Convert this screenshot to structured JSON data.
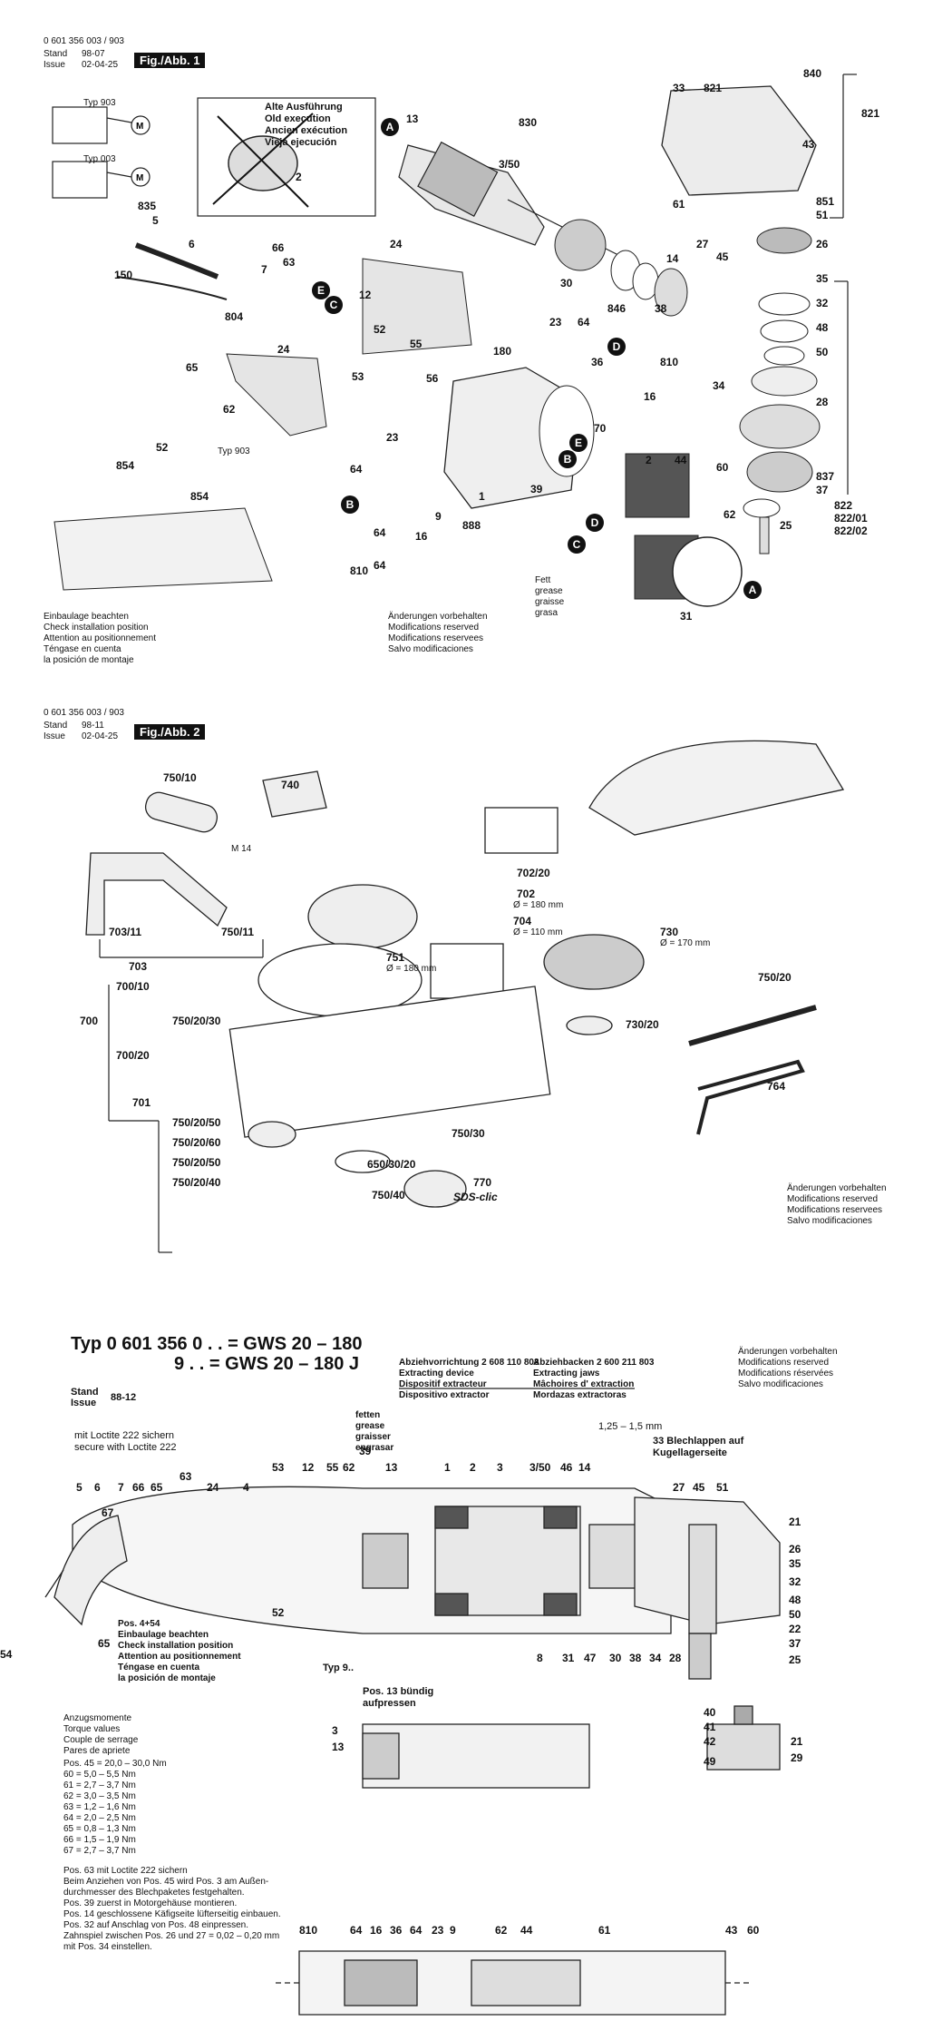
{
  "sheet1": {
    "doc_number": "0 601 356 003 / 903",
    "stand_label": "Stand",
    "stand_value": "98-07",
    "issue_label": "Issue",
    "issue_value": "02-04-25",
    "fig_tag": "Fig./Abb. 1",
    "typ_903_a": "Typ 903",
    "typ_003": "Typ 003",
    "old_exec": [
      "Alte Ausführung",
      "Old execution",
      "Ancien exécution",
      "Vieja ejecución"
    ],
    "install_note": [
      "Einbaulage beachten",
      "Check installation position",
      "Attention au positionnement",
      "Téngase en cuenta",
      "la posición de montaje"
    ],
    "changes_note": [
      "Änderungen vorbehalten",
      "Modifications reserved",
      "Modifications reservees",
      "Salvo modificaciones"
    ],
    "grease_note": [
      "Fett",
      "grease",
      "graisse",
      "grasa"
    ],
    "typ_903_b": "Typ 903",
    "parts": [
      "830",
      "13",
      "3/50",
      "14",
      "30",
      "846",
      "38",
      "835",
      "5",
      "6",
      "150",
      "66",
      "7",
      "63",
      "804",
      "12",
      "24",
      "55",
      "52",
      "53",
      "65",
      "24",
      "62",
      "52",
      "854",
      "854",
      "23",
      "64",
      "180",
      "56",
      "1",
      "70",
      "2",
      "64",
      "39",
      "888",
      "9",
      "64",
      "16",
      "23",
      "810",
      "64",
      "36",
      "16",
      "810",
      "44",
      "62",
      "31",
      "33",
      "821",
      "840",
      "821",
      "43",
      "61",
      "851",
      "51",
      "27",
      "45",
      "26",
      "35",
      "32",
      "48",
      "50",
      "34",
      "28",
      "60",
      "837",
      "37",
      "822",
      "822/01",
      "822/02",
      "25",
      "2"
    ]
  },
  "sheet2": {
    "doc_number": "0 601 356 003 / 903",
    "stand_label": "Stand",
    "stand_value": "98-11",
    "issue_label": "Issue",
    "issue_value": "02-04-25",
    "fig_tag": "Fig./Abb. 2",
    "m14": "M 14",
    "d180_a": "Ø = 180 mm",
    "d110": "Ø = 110 mm",
    "d170": "Ø = 170 mm",
    "d180_b": "Ø = 180 mm",
    "sds_clic": "SDS-clic",
    "changes_note": [
      "Änderungen vorbehalten",
      "Modifications reserved",
      "Modifications reservees",
      "Salvo modificaciones"
    ],
    "parts": [
      "750/10",
      "740",
      "702/20",
      "702",
      "703/11",
      "750/11",
      "703",
      "704",
      "730",
      "750/20",
      "751",
      "700/10",
      "700",
      "700/20",
      "750/20/30",
      "730/20",
      "764",
      "701",
      "750/20/50",
      "750/20/60",
      "750/20/50",
      "750/20/40",
      "650/30/20",
      "750/30",
      "750/40",
      "770"
    ]
  },
  "sheet3": {
    "typ_line1": "Typ 0 601 356 0 . .  = GWS 20 – 180",
    "typ_line2": "9 . .  = GWS 20 – 180 J",
    "stand_label": "Stand",
    "issue_label": "Issue",
    "stand_value": "88-12",
    "extract_device": [
      "Abziehvorrichtung 2 608 110 803",
      "Extracting device",
      "Dispositif extracteur",
      "Dispositivo extractor"
    ],
    "extract_jaws": [
      "Abziehbacken 2 600 211 803",
      "Extracting jaws",
      "Mâchoires d' extraction",
      "Mordazas extractoras"
    ],
    "changes_note": [
      "Änderungen vorbehalten",
      "Modifications reserved",
      "Modifications réservées",
      "Salvo modificaciones"
    ],
    "grease": [
      "fetten",
      "grease",
      "graisser",
      "engrasar"
    ],
    "loctite": [
      "mit Loctite 222 sichern",
      "secure with Loctite 222"
    ],
    "range": "1,25 – 1,5 mm",
    "bleche": [
      "33 Blechlappen auf",
      "Kugellagerseite"
    ],
    "pos454": [
      "Pos. 4+54",
      "Einbaulage beachten",
      "Check installation position",
      "Attention au positionnement",
      "Téngase en cuenta",
      "la posición de montaje"
    ],
    "typ9": "Typ 9..",
    "pos13": [
      "Pos. 13 bündig",
      "aufpressen"
    ],
    "torque_title": [
      "Anzugsmomente",
      "Torque values",
      "Couple de serrage",
      "Pares de apriete"
    ],
    "torque": [
      "Pos. 45 = 20,0 – 30,0 Nm",
      "60 = 5,0 – 5,5 Nm",
      "61 = 2,7 – 3,7 Nm",
      "62 = 3,0 – 3,5 Nm",
      "63 = 1,2 – 1,6 Nm",
      "64 = 2,0 – 2,5 Nm",
      "65 = 0,8 – 1,3 Nm",
      "66 = 1,5 – 1,9 Nm",
      "67 = 2,7 – 3,7 Nm"
    ],
    "notes": [
      "Pos. 63 mit Loctite 222 sichern",
      "Beim Anziehen von Pos. 45 wird Pos. 3 am Außen-",
      "durchmesser des Blechpaketes festgehalten.",
      "Pos. 39 zuerst in Motorgehäuse montieren.",
      "Pos. 14 geschlossene Käfigseite lüfterseitig einbauen.",
      "Pos. 32 auf Anschlag von Pos. 48 einpressen.",
      "Zahnspiel zwischen Pos. 26 und 27 = 0,02 – 0,20 mm",
      "mit Pos. 34 einstellen."
    ],
    "top_callouts": [
      "53",
      "12",
      "55",
      "62",
      "39",
      "13",
      "1",
      "2",
      "3",
      "3/50",
      "46",
      "14",
      "27",
      "45",
      "51"
    ],
    "left_callouts": [
      "5",
      "6",
      "7",
      "66",
      "65",
      "67",
      "63",
      "24",
      "4"
    ],
    "right_callouts": [
      "21",
      "26",
      "35",
      "32",
      "48",
      "50",
      "22",
      "37",
      "25"
    ],
    "bottom_callouts": [
      "8",
      "31",
      "47",
      "30",
      "38",
      "34",
      "28",
      "52",
      "65",
      "54"
    ],
    "small_right": [
      "40",
      "41",
      "42",
      "49",
      "21",
      "29"
    ],
    "small_left": [
      "3",
      "13"
    ],
    "bottom_row": [
      "810",
      "64",
      "16",
      "36",
      "64",
      "23",
      "9",
      "62",
      "44",
      "61",
      "43",
      "60"
    ]
  }
}
